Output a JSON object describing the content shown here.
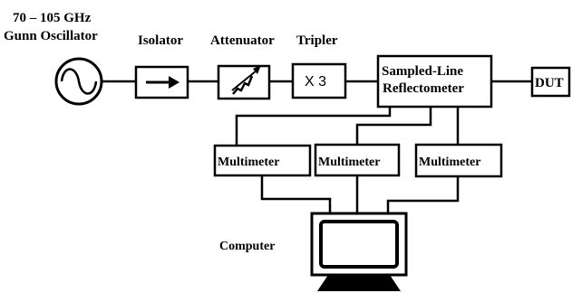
{
  "oscillator": {
    "freq_label": "70 – 105 GHz",
    "name_label": "Gunn Oscillator"
  },
  "blocks": {
    "isolator_label": "Isolator",
    "attenuator_label": "Attenuator",
    "tripler_label": "Tripler",
    "tripler_text": "X 3",
    "reflectometer_line1": "Sampled-Line",
    "reflectometer_line2": "Reflectometer",
    "dut_label": "DUT"
  },
  "multimeters": [
    "Multimeter",
    "Multimeter",
    "Multimeter"
  ],
  "computer_label": "Computer",
  "icons": {
    "oscillator": "sine-wave-icon",
    "isolator": "right-arrow-icon",
    "attenuator": "variable-attenuator-icon",
    "computer": "monitor-icon"
  }
}
